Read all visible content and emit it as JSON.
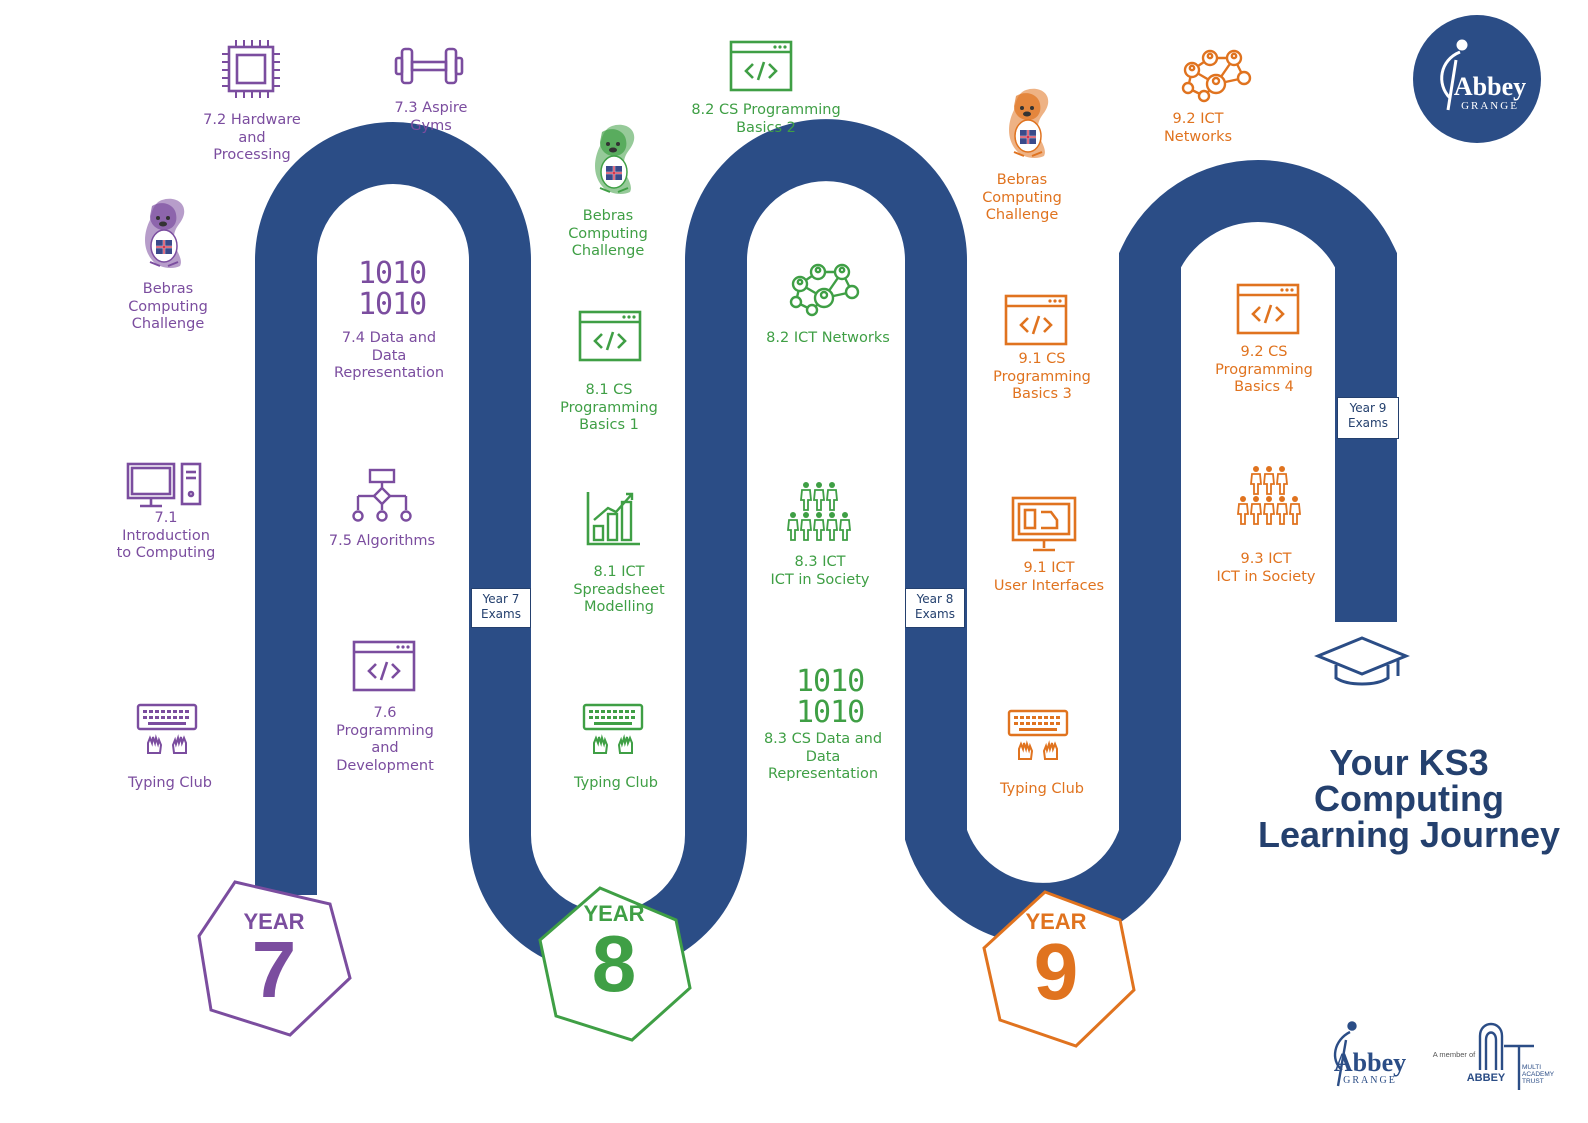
{
  "title_lines": [
    "Your KS3",
    "Computing",
    "Learning Journey"
  ],
  "colors": {
    "road": "#2b4d86",
    "year7": "#7b4d9f",
    "year8": "#3f9f45",
    "year9": "#e0731f",
    "navy": "#24406e"
  },
  "years": [
    {
      "word": "YEAR",
      "number": "7",
      "color": "purple"
    },
    {
      "word": "YEAR",
      "number": "8",
      "color": "green"
    },
    {
      "word": "YEAR",
      "number": "9",
      "color": "orange"
    }
  ],
  "exams": [
    {
      "label": "Year 7\nExams"
    },
    {
      "label": "Year 8\nExams"
    },
    {
      "label": "Year 9\nExams"
    }
  ],
  "topics": {
    "y7_hardware": {
      "label": "7.2 Hardware\nand\nProcessing",
      "icon": "cpu-chip-icon"
    },
    "y7_aspire": {
      "label": "7.3 Aspire\nGyms",
      "icon": "dumbbell-icon"
    },
    "y7_bebras": {
      "label": "Bebras\nComputing\nChallenge",
      "icon": "beaver-mascot-icon"
    },
    "y7_intro": {
      "label": "7.1\nIntroduction\nto Computing",
      "icon": "desktop-computer-icon"
    },
    "y7_typing": {
      "label": "Typing Club",
      "icon": "keyboard-hands-icon"
    },
    "y7_data": {
      "label": "7.4 Data and\nData\nRepresentation",
      "icon": "binary-icon"
    },
    "y7_algorithms": {
      "label": "7.5 Algorithms",
      "icon": "flowchart-icon"
    },
    "y7_programming": {
      "label": "7.6\nProgramming\nand\nDevelopment",
      "icon": "code-window-icon"
    },
    "y8_bebras": {
      "label": "Bebras\nComputing\nChallenge",
      "icon": "beaver-mascot-icon"
    },
    "y8_cs_basics1": {
      "label": "8.1 CS\nProgramming\nBasics 1",
      "icon": "code-window-icon"
    },
    "y8_spreadsheet": {
      "label": "8.1 ICT\nSpreadsheet\nModelling",
      "icon": "bar-chart-icon"
    },
    "y8_typing": {
      "label": "Typing Club",
      "icon": "keyboard-hands-icon"
    },
    "y8_cs_basics2": {
      "label": "8.2 CS Programming\nBasics 2",
      "icon": "code-window-icon"
    },
    "y8_networks": {
      "label": "8.2 ICT Networks",
      "icon": "network-icon"
    },
    "y8_society": {
      "label": "8.3 ICT\nICT in Society",
      "icon": "people-group-icon"
    },
    "y8_data": {
      "label": "8.3 CS Data and\nData\nRepresentation",
      "icon": "binary-icon"
    },
    "y9_bebras": {
      "label": "Bebras\nComputing\nChallenge",
      "icon": "beaver-mascot-icon"
    },
    "y9_cs_basics3": {
      "label": "9.1 CS\nProgramming\nBasics 3",
      "icon": "code-window-icon"
    },
    "y9_ui": {
      "label": "9.1 ICT\nUser Interfaces",
      "icon": "monitor-ui-icon"
    },
    "y9_typing": {
      "label": "Typing Club",
      "icon": "keyboard-hands-icon"
    },
    "y9_networks": {
      "label": "9.2 ICT\nNetworks",
      "icon": "network-icon"
    },
    "y9_cs_basics4": {
      "label": "9.2 CS\nProgramming\nBasics 4",
      "icon": "code-window-icon"
    },
    "y9_society": {
      "label": "9.3 ICT\nICT in Society",
      "icon": "people-group-icon"
    }
  },
  "binary_digits": "1010",
  "logo": {
    "name": "Abbey",
    "sub": "GRANGE"
  },
  "footer": {
    "school": "Abbey",
    "school_sub": "GRANGE",
    "member_of": "A member of",
    "trust": "ABBEY",
    "trust_sub": "MULTI\nACADEMY\nTRUST"
  }
}
